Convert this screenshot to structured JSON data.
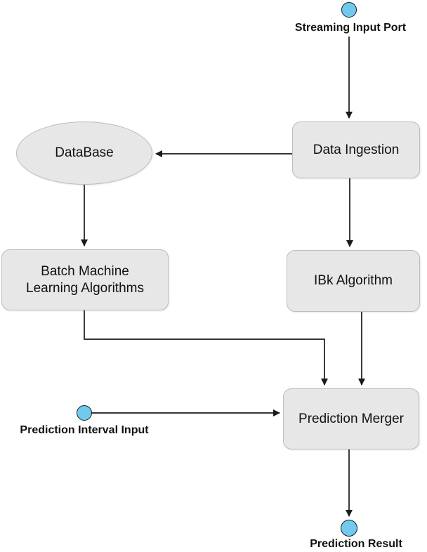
{
  "ports": {
    "streaming_input": {
      "label": "Streaming Input Port"
    },
    "prediction_interval": {
      "label": "Prediction Interval Input"
    },
    "prediction_result": {
      "label": "Prediction Result"
    }
  },
  "nodes": {
    "data_ingestion": {
      "label": "Data Ingestion"
    },
    "database": {
      "label": "DataBase"
    },
    "batch_ml": {
      "label": "Batch Machine Learning Algorithms"
    },
    "ibk": {
      "label": "IBk Algorithm"
    },
    "prediction_merger": {
      "label": "Prediction Merger"
    }
  },
  "colors": {
    "node_fill": "#e7e7e7",
    "node_border": "#bdbdbd",
    "port_fill": "#72c9ee",
    "port_border": "#1a1a1a",
    "line_color": "#1a1a1a",
    "text_color": "#111111",
    "canvas_bg": "#ffffff"
  }
}
